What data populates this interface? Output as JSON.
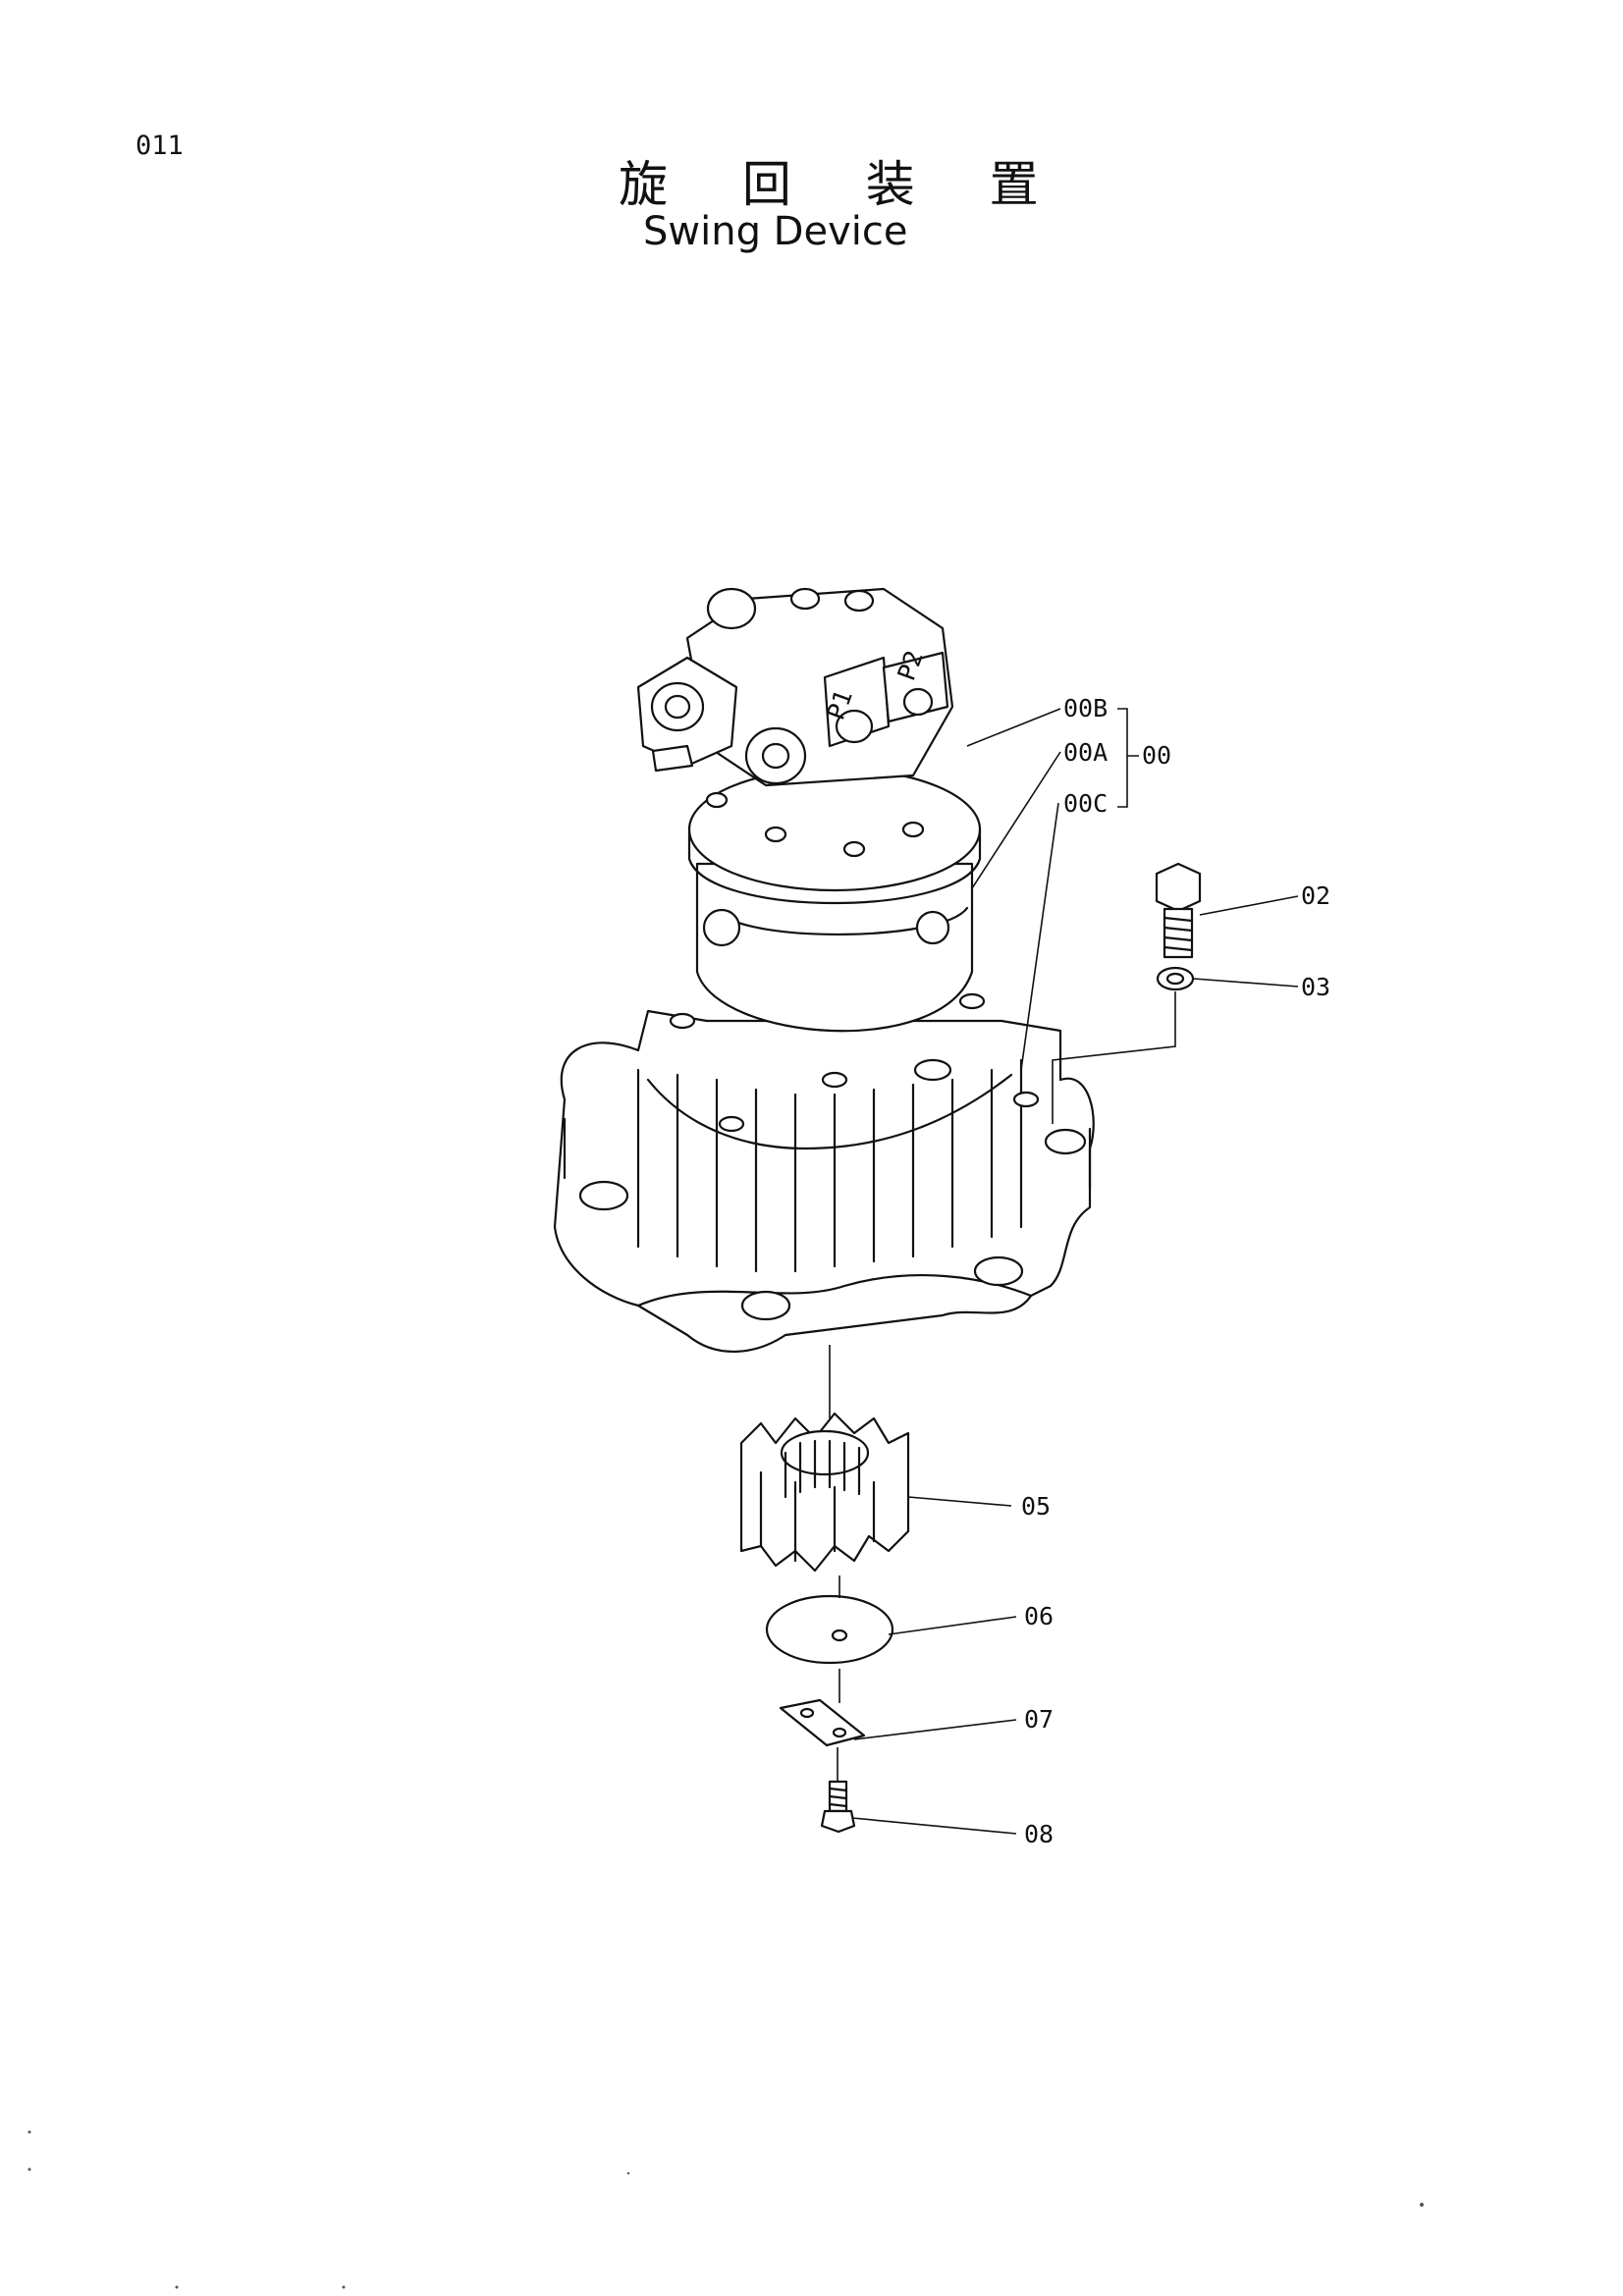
{
  "page_number": "011",
  "title_jp": "旋 回 装 置",
  "title_en": "Swing Device",
  "parts": [
    {
      "id": "p00B",
      "label": "00B"
    },
    {
      "id": "p00A",
      "label": "00A"
    },
    {
      "id": "p00C",
      "label": "00C"
    },
    {
      "id": "p00",
      "label": "00"
    },
    {
      "id": "p02",
      "label": "02"
    },
    {
      "id": "p03",
      "label": "03"
    },
    {
      "id": "p05",
      "label": "05"
    },
    {
      "id": "p06",
      "label": "06"
    },
    {
      "id": "p07",
      "label": "07"
    },
    {
      "id": "p08",
      "label": "08"
    }
  ],
  "port_marks": {
    "p1": "P1",
    "p2": "P2"
  }
}
